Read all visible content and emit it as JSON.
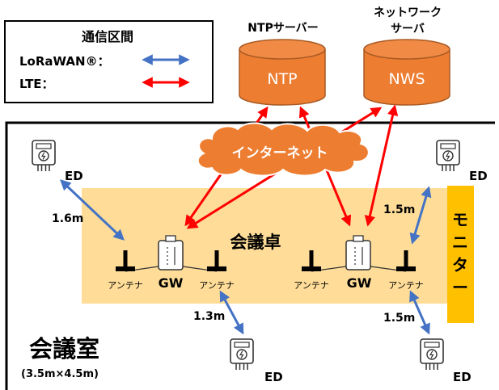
{
  "legend": {
    "title": "通信区間",
    "lora_label": "LoRaWAN®：",
    "lte_label": "LTE："
  },
  "servers": {
    "ntp_caption": "NTPサーバー",
    "ntp_label": "NTP",
    "nws_caption_line1": "ネットワーク",
    "nws_caption_line2": "サーバ",
    "nws_label": "NWS"
  },
  "internet_label": "インターネット",
  "room": {
    "title": "会議室",
    "size": "(3.5m×4.5m)",
    "table_label": "会議卓",
    "monitor_label": "モニター"
  },
  "gateways": {
    "left_label": "GW",
    "right_label": "GW",
    "antenna_label": "アンテナ"
  },
  "devices": {
    "ed_label": "ED"
  },
  "distances": {
    "top_left": "1.6m",
    "bottom_left": "1.3m",
    "top_right": "1.5m",
    "bottom_right": "1.5m"
  },
  "colors": {
    "lora": "#4472c4",
    "lte": "#ff0000",
    "server_fill": "#ed7d31",
    "table_fill": "#ffd480",
    "cloud_fill": "#ed7d31"
  }
}
